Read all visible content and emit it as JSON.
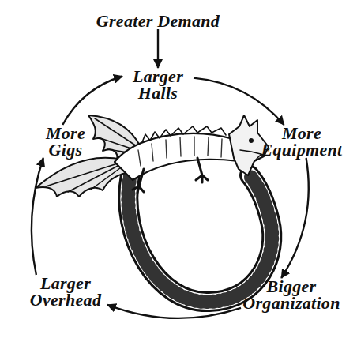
{
  "diagram": {
    "nodes": [
      {
        "text": [
          "Greater Demand"
        ]
      },
      {
        "text": [
          "Larger Halls"
        ]
      },
      {
        "text": [
          "More Equipment"
        ]
      },
      {
        "text": [
          "Bigger Organization"
        ]
      },
      {
        "text": [
          "Larger Overhead"
        ]
      },
      {
        "text": [
          "More Gigs"
        ]
      }
    ],
    "edges": [
      {
        "from": 0,
        "to": 1,
        "arrow": "to"
      },
      {
        "from": 1,
        "to": 2,
        "arrow": "to"
      },
      {
        "from": 2,
        "to": 3,
        "arrow": "to"
      },
      {
        "from": 3,
        "to": 4,
        "arrow": "to"
      },
      {
        "from": 4,
        "to": 5,
        "arrow": "to"
      },
      {
        "from": 5,
        "to": 1,
        "arrow": "to"
      }
    ]
  }
}
